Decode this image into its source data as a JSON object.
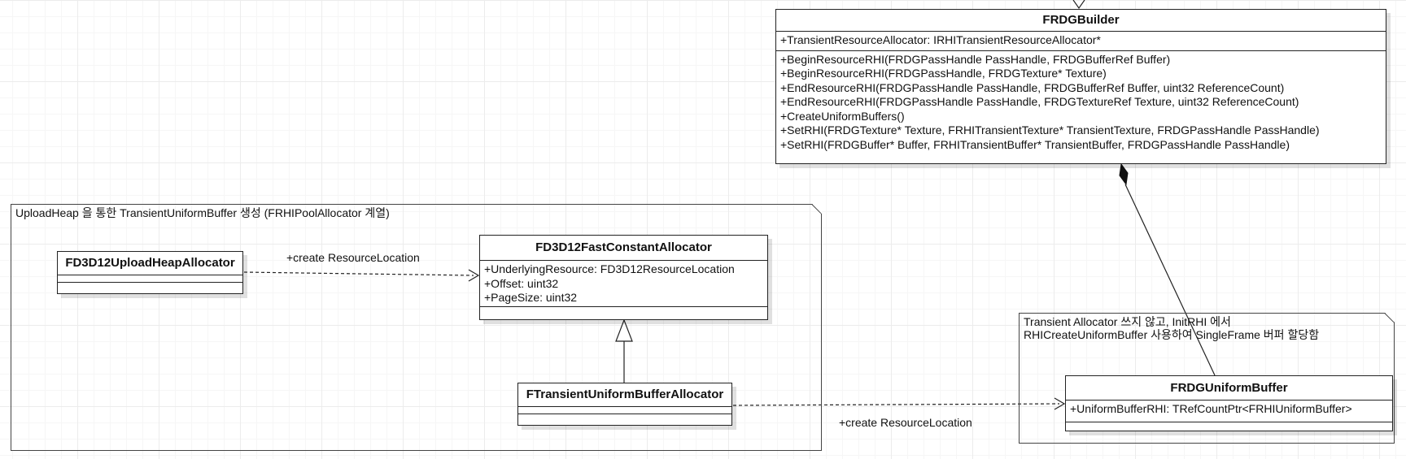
{
  "classes": {
    "frdg_builder": {
      "name": "FRDGBuilder",
      "attributes": [
        "+TransientResourceAllocator: IRHITransientResourceAllocator*"
      ],
      "operations": [
        "+BeginResourceRHI(FRDGPassHandle PassHandle, FRDGBufferRef Buffer)",
        "+BeginResourceRHI(FRDGPassHandle, FRDGTexture* Texture)",
        "+EndResourceRHI(FRDGPassHandle PassHandle, FRDGBufferRef Buffer, uint32 ReferenceCount)",
        "+EndResourceRHI(FRDGPassHandle PassHandle, FRDGTextureRef Texture, uint32 ReferenceCount)",
        "+CreateUniformBuffers()",
        "+SetRHI(FRDGTexture* Texture, FRHITransientTexture* TransientTexture, FRDGPassHandle PassHandle)",
        "+SetRHI(FRDGBuffer* Buffer, FRHITransientBuffer* TransientBuffer, FRDGPassHandle PassHandle)"
      ]
    },
    "upload_heap_allocator": {
      "name": "FD3D12UploadHeapAllocator"
    },
    "fast_constant_allocator": {
      "name": "FD3D12FastConstantAllocator",
      "attributes": [
        "+UnderlyingResource: FD3D12ResourceLocation",
        "+Offset: uint32",
        "+PageSize: uint32"
      ]
    },
    "transient_ub_allocator": {
      "name": "FTransientUniformBufferAllocator"
    },
    "rdg_uniform_buffer": {
      "name": "FRDGUniformBuffer",
      "attributes": [
        "+UniformBufferRHI: TRefCountPtr<FRHIUniformBuffer>"
      ]
    }
  },
  "packages": {
    "upload_heap": {
      "text": "UploadHeap 을 통한 TransientUniformBuffer 생성 (FRHIPoolAllocator 계열)"
    },
    "transient_note": {
      "lines": [
        "Transient Allocator 쓰지 않고, InitRHI 에서",
        "RHICreateUniformBuffer 사용하여 SingleFrame 버퍼 할당함"
      ]
    }
  },
  "relations": {
    "create_location_1": "+create ResourceLocation",
    "create_location_2": "+create ResourceLocation"
  }
}
